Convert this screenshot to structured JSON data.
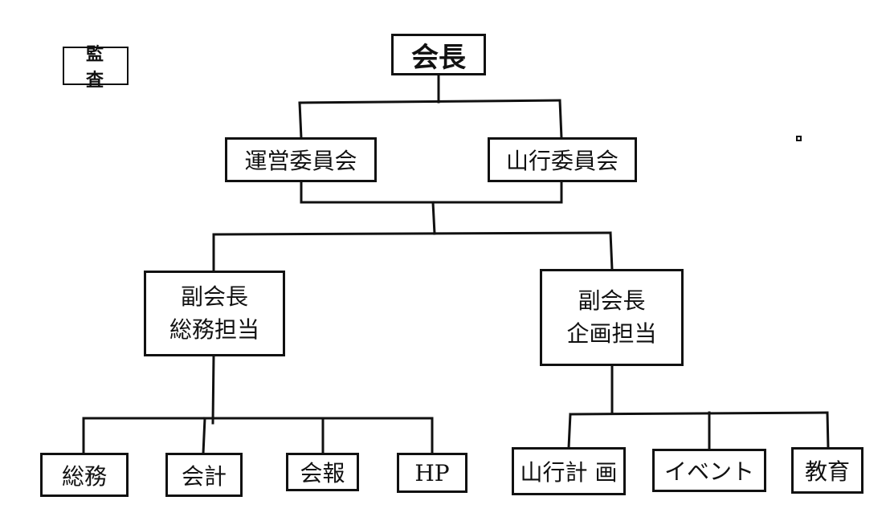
{
  "audit": "監　査",
  "president": "会長",
  "committees": {
    "management": "運営委員会",
    "mountain": "山行委員会"
  },
  "vice_presidents": {
    "general": {
      "line1": "副会長",
      "line2": "総務担当"
    },
    "planning": {
      "line1": "副会長",
      "line2": "企画担当"
    }
  },
  "general_depts": [
    "総務",
    "会計",
    "会報",
    "HP"
  ],
  "planning_depts": [
    "山行計 画",
    "イベント",
    "教育"
  ]
}
